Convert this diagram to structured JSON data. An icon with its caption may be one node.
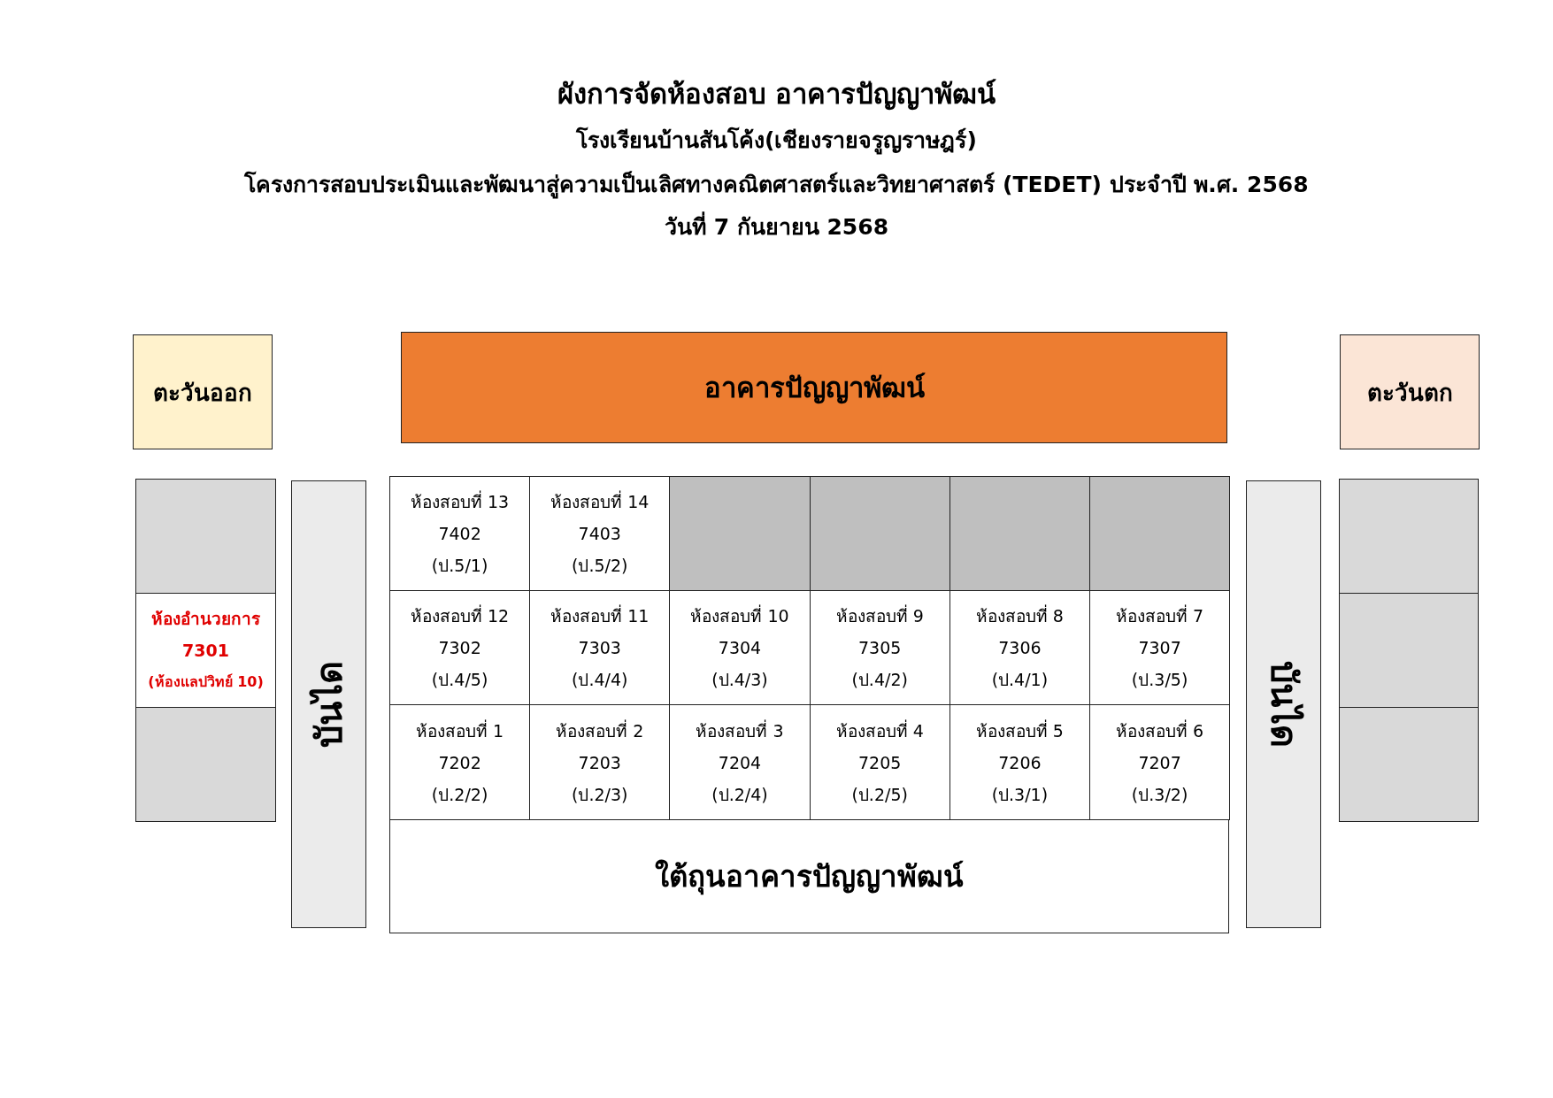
{
  "diagram": {
    "title": "ผังการจัดห้องสอบ อาคารปัญญาพัฒน์",
    "labels": [
      "โรงเรียนบ้านสันโค้ง(เชียงรายจรูญราษฎร์)",
      "โครงการสอบประเมินและพัฒนาสู่ความเป็นเลิศทางคณิตศาสตร์และวิทยาศาสตร์ (TEDET) ประจำปี พ.ศ. 2568",
      "วันที่ 7 กันยายน 2568"
    ],
    "nodes": [
      {
        "text": [
          "ตะวันออก"
        ]
      },
      {
        "text": [
          "อาคารปัญญาพัฒน์"
        ]
      },
      {
        "text": [
          "ตะวันตก"
        ]
      },
      {
        "text": [],
        "shape": "box"
      },
      {
        "text": [
          "ห้องอำนวยการ",
          "7301",
          "(ห้องแลปวิทย์ 10)"
        ]
      },
      {
        "text": [],
        "shape": "box"
      },
      {
        "text": [
          "บันได"
        ]
      },
      {
        "text": [
          "ห้องสอบที่ 13",
          "7402",
          "(ป.5/1)"
        ]
      },
      {
        "text": [
          "ห้องสอบที่ 14",
          "7403",
          "(ป.5/2)"
        ]
      },
      {
        "text": [],
        "shape": "box"
      },
      {
        "text": [],
        "shape": "box"
      },
      {
        "text": [],
        "shape": "box"
      },
      {
        "text": [],
        "shape": "box"
      },
      {
        "text": [
          "ห้องสอบที่ 12",
          "7302",
          "(ป.4/5)"
        ]
      },
      {
        "text": [
          "ห้องสอบที่ 11",
          "7303",
          "(ป.4/4)"
        ]
      },
      {
        "text": [
          "ห้องสอบที่ 10",
          "7304",
          "(ป.4/3)"
        ]
      },
      {
        "text": [
          "ห้องสอบที่ 9",
          "7305",
          "(ป.4/2)"
        ]
      },
      {
        "text": [
          "ห้องสอบที่ 8",
          "7306",
          "(ป.4/1)"
        ]
      },
      {
        "text": [
          "ห้องสอบที่ 7",
          "7307",
          "(ป.3/5)"
        ]
      },
      {
        "text": [
          "ห้องสอบที่ 1",
          "7202",
          "(ป.2/2)"
        ]
      },
      {
        "text": [
          "ห้องสอบที่ 2",
          "7203",
          "(ป.2/3)"
        ]
      },
      {
        "text": [
          "ห้องสอบที่ 3",
          "7204",
          "(ป.2/4)"
        ]
      },
      {
        "text": [
          "ห้องสอบที่ 4",
          "7205",
          "(ป.2/5)"
        ]
      },
      {
        "text": [
          "ห้องสอบที่ 5",
          "7206",
          "(ป.3/1)"
        ]
      },
      {
        "text": [
          "ห้องสอบที่ 6",
          "7207",
          "(ป.3/2)"
        ]
      },
      {
        "text": [
          "ใต้ถุนอาคารปัญญาพัฒน์"
        ]
      },
      {
        "text": [
          "บันได"
        ]
      },
      {
        "text": [],
        "shape": "box"
      },
      {
        "text": [],
        "shape": "box"
      },
      {
        "text": [],
        "shape": "box"
      }
    ]
  }
}
